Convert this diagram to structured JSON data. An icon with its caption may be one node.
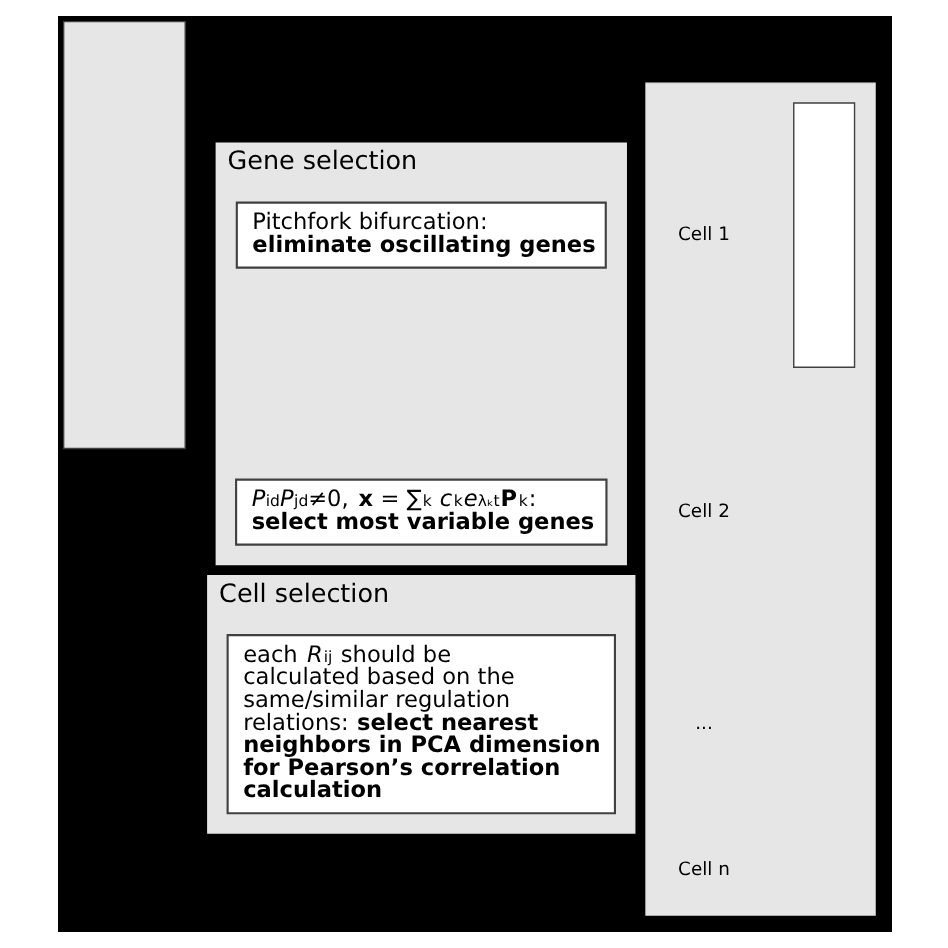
{
  "diagram": {
    "nodes": [
      {
        "text": [],
        "shape": "box"
      },
      {
        "text": [
          "Gene selection"
        ]
      },
      {
        "text": [
          "Pitchfork bifurcation: **eliminate oscillating genes**"
        ],
        "in": 1
      },
      {
        "text": [
          "*P*$_{id}$*P*$_{jd}$≠0, **x** = ∑$_{k}$ *c*$_{k}$*e*$^{λₖt}$**P**$_{k}$: **select most variable genes**"
        ],
        "in": 1
      },
      {
        "text": [
          "Cell selection"
        ]
      },
      {
        "text": [
          "each *R*$_{ij}$ should be calculated based on the same/similar regulation relations: **select nearest neighbors in PCA dimension for Pearson’s correlation calculation**"
        ],
        "in": 4
      },
      {
        "text": [],
        "shape": "box"
      },
      {
        "text": [],
        "shape": "box",
        "in": 6
      }
    ],
    "labels": [
      "Cell 1",
      "Cell 2",
      "...",
      "Cell n"
    ]
  }
}
